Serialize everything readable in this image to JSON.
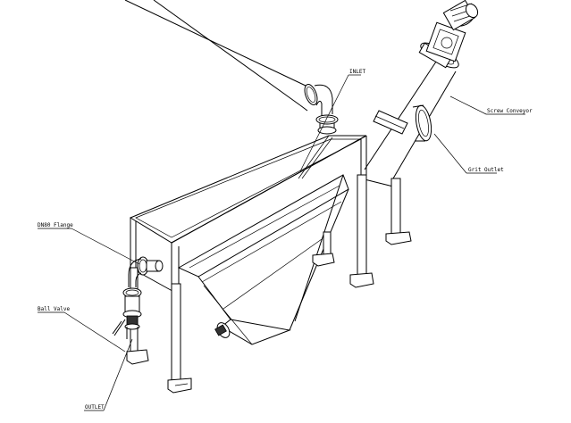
{
  "labels": {
    "inlet": "INLET",
    "screw_conveyor": "Screw Conveyor",
    "grit_outlet": "Grit Outlet",
    "dn80_flange": "DN80 Flange",
    "ball_valve": "Ball Valve",
    "outlet": "OUTLET"
  }
}
